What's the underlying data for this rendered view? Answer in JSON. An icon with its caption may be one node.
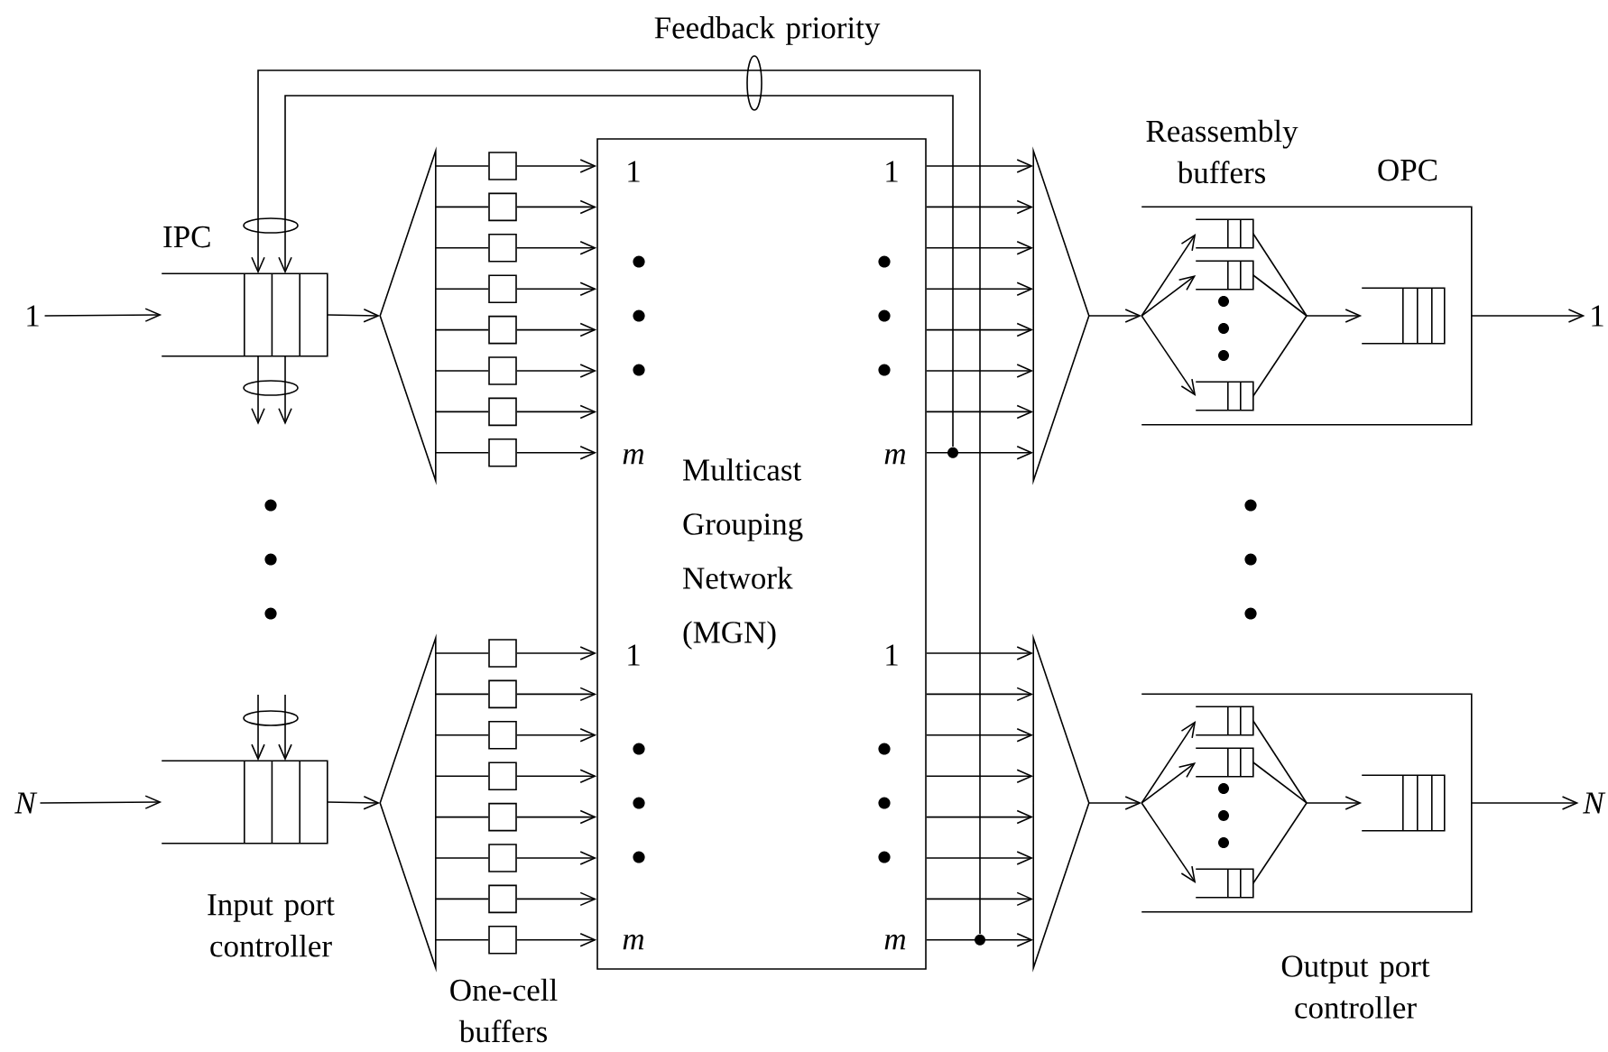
{
  "diagram": {
    "nodes": [
      {
        "text": [
          "1"
        ]
      },
      {
        "text": [
          "IPC"
        ]
      },
      {
        "text": [],
        "shape": "triangle"
      },
      {
        "text": [],
        "shape": "box"
      },
      {
        "text": [],
        "shape": "box"
      },
      {
        "text": [],
        "shape": "box"
      },
      {
        "text": [],
        "shape": "box"
      },
      {
        "text": [],
        "shape": "box"
      },
      {
        "text": [],
        "shape": "box"
      },
      {
        "text": [],
        "shape": "box"
      },
      {
        "text": [],
        "shape": "box"
      },
      {
        "text": [
          "1",
          "1",
          "m",
          "Multicast Grouping Network (MGN)",
          "m",
          "1",
          "1",
          "m",
          "m"
        ]
      },
      {
        "text": [],
        "shape": "circle"
      },
      {
        "text": [],
        "shape": "circle"
      },
      {
        "text": [],
        "shape": "triangle"
      },
      {
        "text": [
          "OPC"
        ]
      },
      {
        "text": [],
        "shape": "box",
        "in": 15
      },
      {
        "text": [],
        "shape": "box",
        "in": 15
      },
      {
        "text": [],
        "shape": "box",
        "in": 15
      },
      {
        "text": [],
        "shape": "box",
        "in": 15
      },
      {
        "text": [
          "1"
        ]
      },
      {
        "text": [
          "N"
        ]
      },
      {
        "text": [
          "Input port controller"
        ]
      },
      {
        "text": [],
        "shape": "triangle"
      },
      {
        "text": [],
        "shape": "box"
      },
      {
        "text": [],
        "shape": "box"
      },
      {
        "text": [],
        "shape": "box"
      },
      {
        "text": [],
        "shape": "box"
      },
      {
        "text": [],
        "shape": "box"
      },
      {
        "text": [],
        "shape": "box"
      },
      {
        "text": [],
        "shape": "box"
      },
      {
        "text": [],
        "shape": "box"
      },
      {
        "text": [],
        "shape": "triangle"
      },
      {
        "text": [
          "Output port controller"
        ]
      },
      {
        "text": [],
        "shape": "box",
        "in": 33
      },
      {
        "text": [],
        "shape": "box",
        "in": 33
      },
      {
        "text": [],
        "shape": "box",
        "in": 33
      },
      {
        "text": [],
        "shape": "box",
        "in": 33
      },
      {
        "text": [
          "N"
        ]
      }
    ],
    "edges": [
      {
        "from": 0,
        "to": 1,
        "arrow": "to"
      },
      {
        "from": 1,
        "to": 2,
        "arrow": "to"
      },
      {
        "from": 2,
        "to": 3,
        "arrow": "none"
      },
      {
        "from": 2,
        "to": 4,
        "arrow": "none"
      },
      {
        "from": 2,
        "to": 5,
        "arrow": "none"
      },
      {
        "from": 2,
        "to": 6,
        "arrow": "none"
      },
      {
        "from": 2,
        "to": 7,
        "arrow": "none"
      },
      {
        "from": 2,
        "to": 8,
        "arrow": "none"
      },
      {
        "from": 2,
        "to": 9,
        "arrow": "none"
      },
      {
        "from": 2,
        "to": 10,
        "arrow": "none"
      },
      {
        "from": 3,
        "to": 11,
        "arrow": "to"
      },
      {
        "from": 4,
        "to": 11,
        "arrow": "to"
      },
      {
        "from": 5,
        "to": 11,
        "arrow": "to"
      },
      {
        "from": 6,
        "to": 11,
        "arrow": "to"
      },
      {
        "from": 7,
        "to": 11,
        "arrow": "to"
      },
      {
        "from": 8,
        "to": 11,
        "arrow": "to"
      },
      {
        "from": 9,
        "to": 11,
        "arrow": "to"
      },
      {
        "from": 10,
        "to": 11,
        "arrow": "to"
      },
      {
        "from": 11,
        "to": 14,
        "arrow": "to"
      },
      {
        "from": 11,
        "to": 14,
        "arrow": "to"
      },
      {
        "from": 11,
        "to": 14,
        "arrow": "to"
      },
      {
        "from": 11,
        "to": 14,
        "arrow": "to"
      },
      {
        "from": 11,
        "to": 14,
        "arrow": "to"
      },
      {
        "from": 11,
        "to": 14,
        "arrow": "to"
      },
      {
        "from": 11,
        "to": 14,
        "arrow": "to"
      },
      {
        "from": 11,
        "to": 14,
        "arrow": "to"
      },
      {
        "from": 12,
        "to": 1,
        "arrow": "to"
      },
      {
        "from": 13,
        "to": 1,
        "arrow": "to"
      },
      {
        "from": 1,
        "to": null,
        "arrow": "to"
      },
      {
        "from": 1,
        "to": null,
        "arrow": "to"
      },
      {
        "from": 14,
        "to": 16,
        "arrow": "to"
      },
      {
        "from": 14,
        "to": 17,
        "arrow": "to"
      },
      {
        "from": 14,
        "to": 18,
        "arrow": "to"
      },
      {
        "from": 16,
        "to": 19,
        "arrow": "to"
      },
      {
        "from": 17,
        "to": 19,
        "arrow": "to"
      },
      {
        "from": 18,
        "to": 19,
        "arrow": "to"
      },
      {
        "from": 15,
        "to": 20,
        "arrow": "to"
      },
      {
        "from": 21,
        "to": 22,
        "arrow": "to"
      },
      {
        "from": null,
        "to": 22,
        "arrow": "to"
      },
      {
        "from": null,
        "to": 22,
        "arrow": "to"
      },
      {
        "from": 22,
        "to": 23,
        "arrow": "to"
      },
      {
        "from": 23,
        "to": 24,
        "arrow": "none"
      },
      {
        "from": 23,
        "to": 25,
        "arrow": "none"
      },
      {
        "from": 23,
        "to": 26,
        "arrow": "none"
      },
      {
        "from": 23,
        "to": 27,
        "arrow": "none"
      },
      {
        "from": 23,
        "to": 28,
        "arrow": "none"
      },
      {
        "from": 23,
        "to": 29,
        "arrow": "none"
      },
      {
        "from": 23,
        "to": 30,
        "arrow": "none"
      },
      {
        "from": 23,
        "to": 31,
        "arrow": "none"
      },
      {
        "from": 24,
        "to": 11,
        "arrow": "to"
      },
      {
        "from": 25,
        "to": 11,
        "arrow": "to"
      },
      {
        "from": 26,
        "to": 11,
        "arrow": "to"
      },
      {
        "from": 27,
        "to": 11,
        "arrow": "to"
      },
      {
        "from": 28,
        "to": 11,
        "arrow": "to"
      },
      {
        "from": 29,
        "to": 11,
        "arrow": "to"
      },
      {
        "from": 30,
        "to": 11,
        "arrow": "to"
      },
      {
        "from": 31,
        "to": 11,
        "arrow": "to"
      },
      {
        "from": 11,
        "to": 32,
        "arrow": "to"
      },
      {
        "from": 11,
        "to": 32,
        "arrow": "to"
      },
      {
        "from": 11,
        "to": 32,
        "arrow": "to"
      },
      {
        "from": 11,
        "to": 32,
        "arrow": "to"
      },
      {
        "from": 11,
        "to": 32,
        "arrow": "to"
      },
      {
        "from": 11,
        "to": 32,
        "arrow": "to"
      },
      {
        "from": 11,
        "to": 32,
        "arrow": "to"
      },
      {
        "from": 11,
        "to": 32,
        "arrow": "to"
      },
      {
        "from": 32,
        "to": 34,
        "arrow": "to"
      },
      {
        "from": 32,
        "to": 35,
        "arrow": "to"
      },
      {
        "from": 32,
        "to": 36,
        "arrow": "to"
      },
      {
        "from": 34,
        "to": 37,
        "arrow": "to"
      },
      {
        "from": 35,
        "to": 37,
        "arrow": "to"
      },
      {
        "from": 36,
        "to": 37,
        "arrow": "to"
      },
      {
        "from": 33,
        "to": 38,
        "arrow": "to"
      }
    ],
    "labels": [
      "Feedback priority",
      "Reassembly buffers",
      "One-cell buffers"
    ]
  }
}
